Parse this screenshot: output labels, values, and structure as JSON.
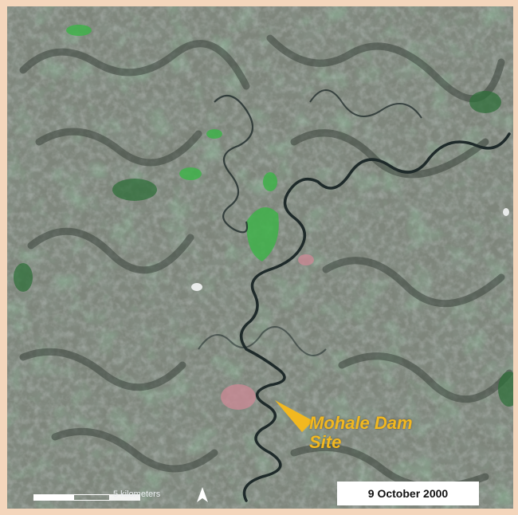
{
  "image": {
    "subject": "Satellite image",
    "annotation_line1": "Mohale Dam",
    "annotation_line2": "Site",
    "date": "9 October 2000",
    "scale_label": "5 kilometers",
    "colors": {
      "border": "#f4d6bc",
      "annotation": "#f2b820",
      "river": "#1e2a2a",
      "vegetation": "#3fb24a"
    }
  }
}
